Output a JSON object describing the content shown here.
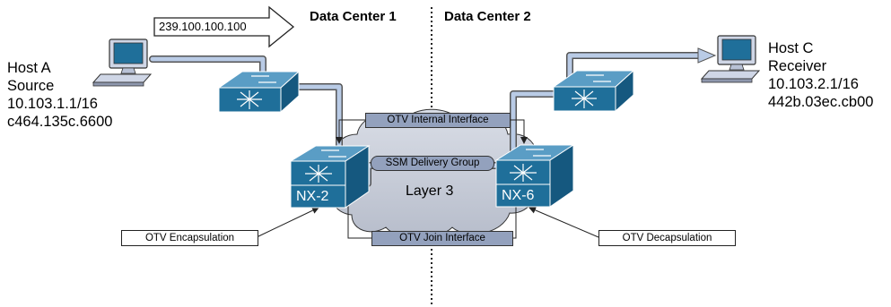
{
  "data_centers": {
    "left": "Data Center 1",
    "right": "Data Center 2"
  },
  "multicast_group": "239.100.100.100",
  "host_a": {
    "name": "Host A",
    "role": "Source",
    "ip": "10.103.1.1/16",
    "mac": "c464.135c.6600"
  },
  "host_c": {
    "name": "Host C",
    "role": "Receiver",
    "ip": "10.103.2.1/16",
    "mac": "442b.03ec.cb00"
  },
  "switches": {
    "left_edge": "NX-2",
    "right_edge": "NX-6"
  },
  "cloud": {
    "label": "Layer 3"
  },
  "interfaces": {
    "internal": "OTV Internal Interface",
    "delivery": "SSM Delivery Group",
    "join": "OTV Join Interface"
  },
  "callouts": {
    "encap": "OTV Encapsulation",
    "decap": "OTV Decapsulation"
  },
  "colors": {
    "switch_blue": "#1f6f9a",
    "cloud_gray": "#c6cbd6",
    "link_blue": "#9fb4d8",
    "pill_fill": "#93a1bd"
  }
}
